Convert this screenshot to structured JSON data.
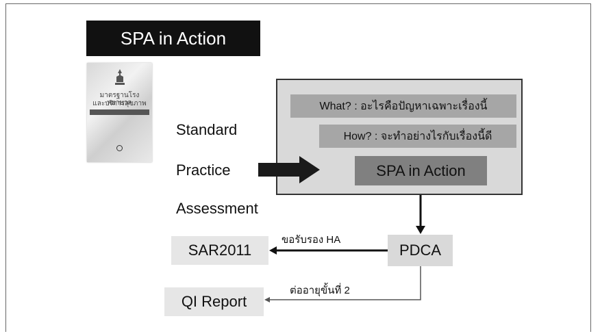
{
  "title": "SPA in Action",
  "book_cover": {
    "line1": "มาตรฐานโรงพยาบาล",
    "line2": "และบริการสุขภาพ"
  },
  "labels": {
    "standard": "Standard",
    "practice": "Practice",
    "assessment": "Assessment"
  },
  "panel": {
    "what": "What? : อะไรคือปัญหาเฉพาะเรื่องนี้",
    "how": "How? : จะทำอย่างไรกับเรื่องนี้ดี",
    "spa": "SPA in Action"
  },
  "nodes": {
    "pdca": "PDCA",
    "sar": "SAR2011",
    "qi": "QI Report"
  },
  "edges": {
    "to_sar": "ขอรับรอง HA",
    "to_qi": "ต่ออายุขั้นที่ 2"
  }
}
